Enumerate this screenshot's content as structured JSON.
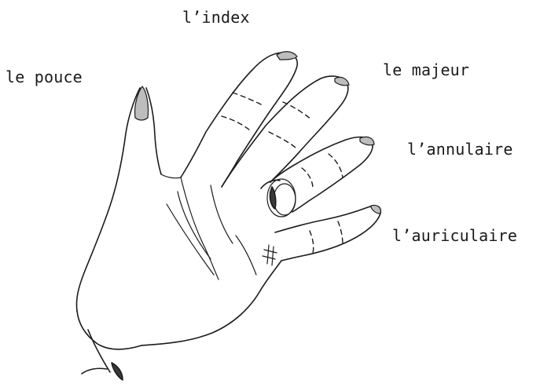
{
  "labels": {
    "index": "l’index",
    "pouce": "le pouce",
    "majeur": "le majeur",
    "annulaire": "l’annulaire",
    "auriculaire": "l’auriculaire"
  },
  "colors": {
    "ink": "#1c1c1c",
    "background": "#ffffff"
  }
}
